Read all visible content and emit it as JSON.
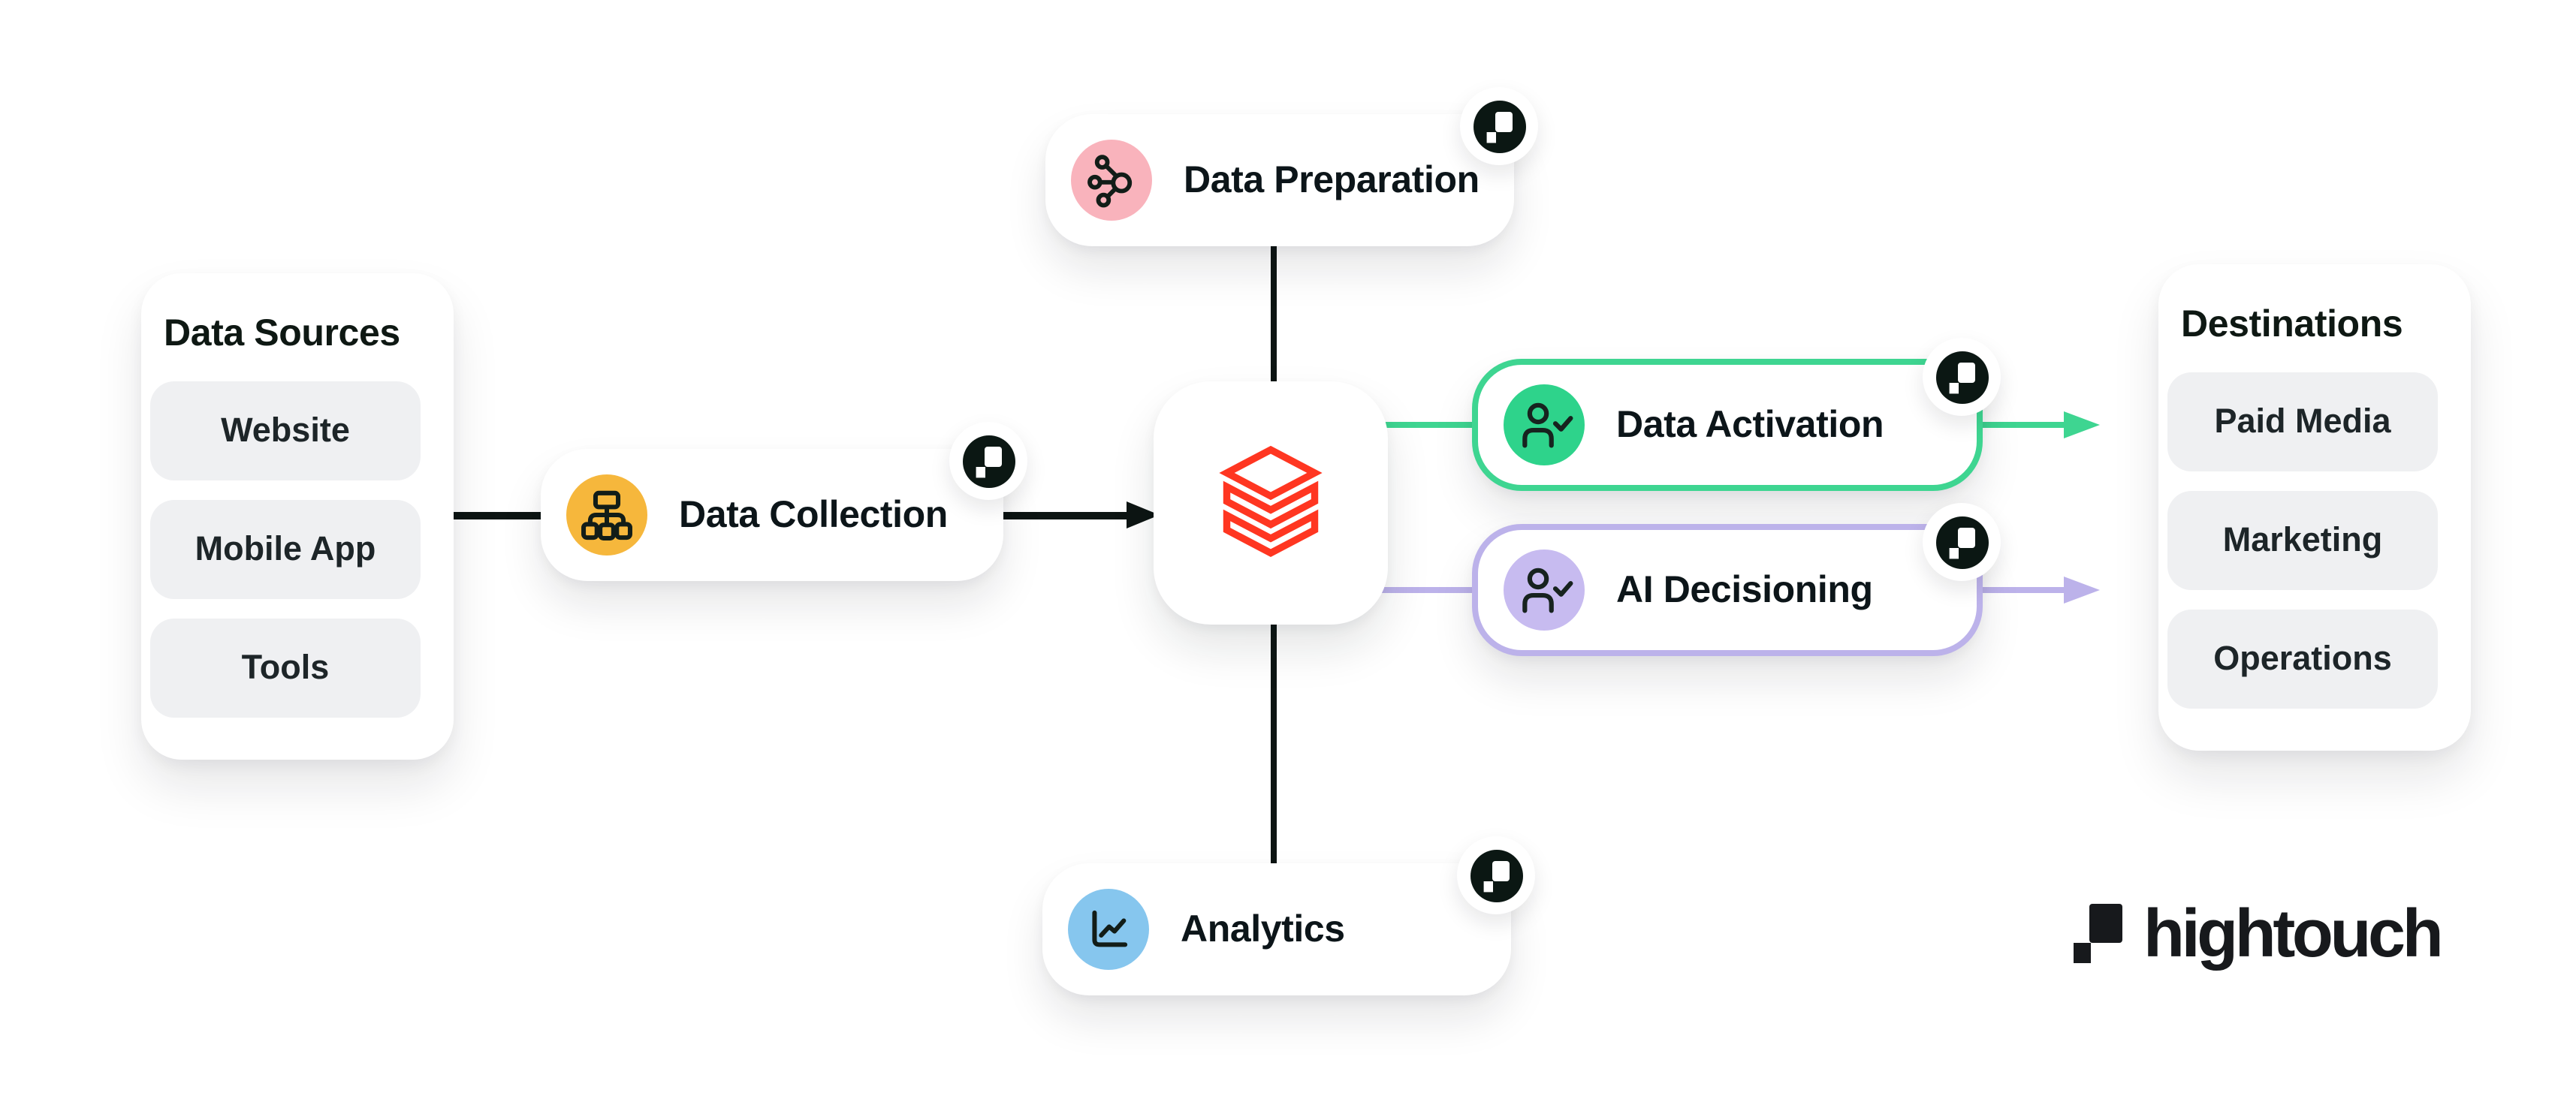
{
  "canvas": {
    "background": "#ffffff"
  },
  "sources_card": {
    "title": "Data Sources",
    "items": [
      "Website",
      "Mobile App",
      "Tools"
    ]
  },
  "destinations_card": {
    "title": "Destinations",
    "items": [
      "Paid Media",
      "Marketing",
      "Operations"
    ]
  },
  "nodes": {
    "data_preparation": {
      "label": "Data Preparation",
      "icon": "hub-network-icon",
      "icon_bg": "#f9b3bc"
    },
    "data_collection": {
      "label": "Data Collection",
      "icon": "sitemap-icon",
      "icon_bg": "#f6b73c"
    },
    "data_activation": {
      "label": "Data Activation",
      "icon": "user-check-icon",
      "icon_bg": "#2ed38b",
      "border_color": "#3ed591"
    },
    "ai_decisioning": {
      "label": "AI Decisioning",
      "icon": "user-check-icon",
      "icon_bg": "#c7bbf0",
      "border_color": "#bcb2ea"
    },
    "analytics": {
      "label": "Analytics",
      "icon": "line-chart-icon",
      "icon_bg": "#86c6ee"
    }
  },
  "center_node": {
    "name": "databricks-logo",
    "logo_color": "#ff3621"
  },
  "corner_badge": {
    "name": "hightouch-mark-badge",
    "bg": "#0b1713",
    "mark_color": "#ffffff"
  },
  "connectors": {
    "default": "#0d1513",
    "activation": "#3ed591",
    "decisioning": "#bcb2ea"
  },
  "brand": {
    "wordmark": "hightouch",
    "color": "#17191c"
  }
}
